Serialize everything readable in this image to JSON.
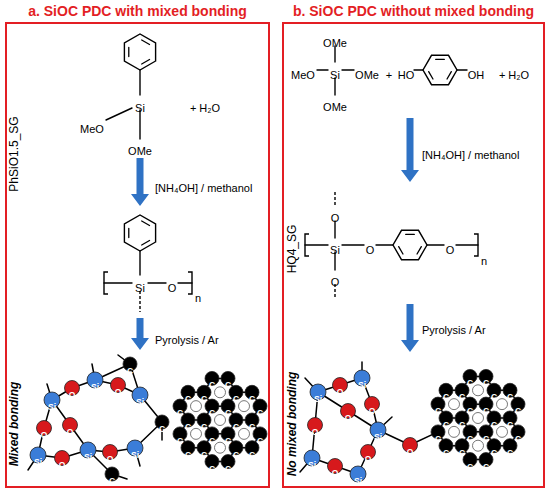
{
  "diagram": {
    "nodes": [
      {
        "text": [
          "a. SiOC PDC with mixed bonding"
        ]
      },
      {
        "text": [
          "b. SiOC PDC without mixed bonding"
        ]
      }
    ],
    "labels": [
      "Si",
      "MeO",
      "OMe",
      "+ H₂O",
      "[NH₄OH] / methanol",
      "PhSiO1.5_SG",
      "Si",
      "O",
      "n",
      "Pyrolysis / Ar",
      "Mixed bonding",
      "Si",
      "Si",
      "Si",
      "Si",
      "Si",
      "Si",
      "O",
      "O",
      "O",
      "O",
      "O",
      "O",
      "C",
      "C",
      "C",
      "C",
      "C",
      "C",
      "C",
      "C",
      "C",
      "C",
      "C",
      "C",
      "C",
      "C",
      "C",
      "C",
      "C",
      "C",
      "C",
      "C",
      "C",
      "C",
      "C",
      "C",
      "C",
      "C",
      "C",
      "OMe",
      "MeO",
      "Si",
      "OMe",
      "OMe",
      "+",
      "HO",
      "OH",
      "+ H₂O",
      "[NH₄OH] / methanol",
      "HQ4_SG",
      "O",
      "Si",
      "O",
      "O",
      "O",
      "n",
      "Pyrolysis / Ar",
      "No mixed bonding",
      "Si",
      "Si",
      "Si",
      "Si",
      "Si",
      "O",
      "O",
      "O",
      "O",
      "O",
      "O",
      "O",
      "C",
      "C",
      "C",
      "C",
      "C",
      "C",
      "C",
      "C",
      "C",
      "C",
      "C",
      "C",
      "C",
      "C",
      "C",
      "C",
      "C",
      "C",
      "C",
      "C",
      "C",
      "C",
      "C",
      "C"
    ]
  }
}
